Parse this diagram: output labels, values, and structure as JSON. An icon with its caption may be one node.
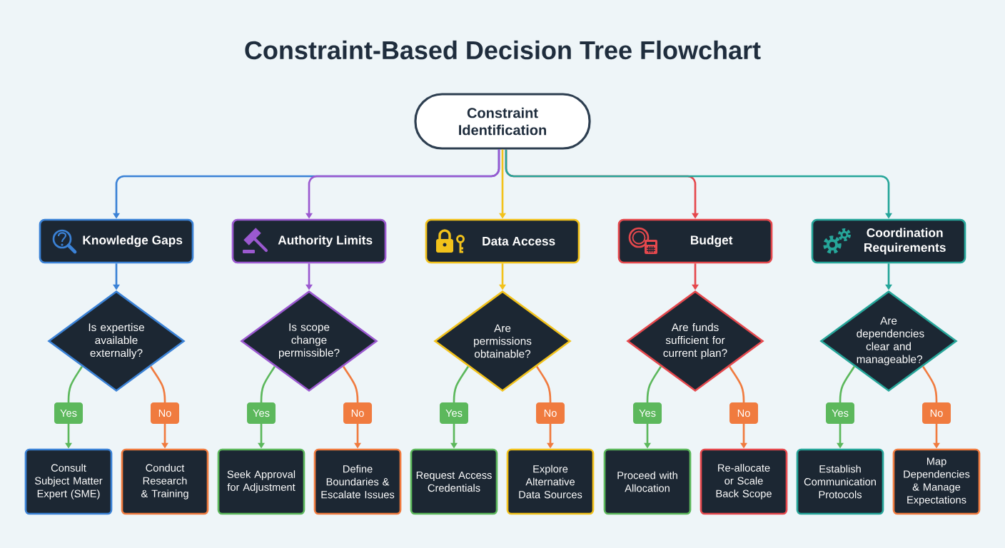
{
  "diagram": {
    "title": "Constraint-Based Decision Tree Flowchart",
    "nodes": [
      {
        "text": [
          "Constraint Identification"
        ]
      },
      {
        "text": [
          "Knowledge Gaps"
        ]
      },
      {
        "text": [
          "Authority Limits"
        ]
      },
      {
        "text": [
          "Data Access"
        ]
      },
      {
        "text": [
          "Budget"
        ]
      },
      {
        "text": [
          "Coordination Requirements"
        ]
      },
      {
        "text": [
          "Is expertise available externally?"
        ]
      },
      {
        "text": [
          "Is scope change permissible?"
        ]
      },
      {
        "text": [
          "Are permissions obtainable?"
        ]
      },
      {
        "text": [
          "Are funds sufficient for current plan?"
        ]
      },
      {
        "text": [
          "Are dependencies clear and manageable?"
        ]
      },
      {
        "text": [
          "Consult Subject Matter Expert (SME)"
        ]
      },
      {
        "text": [
          "Conduct Research & Training"
        ]
      },
      {
        "text": [
          "Seek Approval for Adjustment"
        ]
      },
      {
        "text": [
          "Define Boundaries & Escalate Issues"
        ]
      },
      {
        "text": [
          "Request Access Credentials"
        ]
      },
      {
        "text": [
          "Explore Alternative Data Sources"
        ]
      },
      {
        "text": [
          "Proceed with Allocation"
        ]
      },
      {
        "text": [
          "Re-allocate or Scale Back Scope"
        ]
      },
      {
        "text": [
          "Establish Communication Protocols"
        ]
      },
      {
        "text": [
          "Map Dependencies & Manage Expectations"
        ]
      }
    ],
    "edges": [
      {
        "from": 0,
        "to": 1,
        "arrow": "to",
        "color": "#3b82d6"
      },
      {
        "from": 0,
        "to": 2,
        "arrow": "to",
        "color": "#9b59d0"
      },
      {
        "from": 0,
        "to": 3,
        "arrow": "to",
        "color": "#f2c21b"
      },
      {
        "from": 0,
        "to": 4,
        "arrow": "to",
        "color": "#e5484d"
      },
      {
        "from": 0,
        "to": 5,
        "arrow": "to",
        "color": "#26a69a"
      },
      {
        "from": 1,
        "to": 6,
        "arrow": "to",
        "color": "#3b82d6"
      },
      {
        "from": 2,
        "to": 7,
        "arrow": "to",
        "color": "#9b59d0"
      },
      {
        "from": 3,
        "to": 8,
        "arrow": "to",
        "color": "#f2c21b"
      },
      {
        "from": 4,
        "to": 9,
        "arrow": "to",
        "color": "#e5484d"
      },
      {
        "from": 5,
        "to": 10,
        "arrow": "to",
        "color": "#26a69a"
      },
      {
        "from": 6,
        "to": 11,
        "arrow": "to",
        "label": "Yes",
        "color": "#5cb85c"
      },
      {
        "from": 6,
        "to": 12,
        "arrow": "to",
        "label": "No",
        "color": "#f07b3f"
      },
      {
        "from": 7,
        "to": 13,
        "arrow": "to",
        "label": "Yes",
        "color": "#5cb85c"
      },
      {
        "from": 7,
        "to": 14,
        "arrow": "to",
        "label": "No",
        "color": "#f07b3f"
      },
      {
        "from": 8,
        "to": 15,
        "arrow": "to",
        "label": "Yes",
        "color": "#5cb85c"
      },
      {
        "from": 8,
        "to": 16,
        "arrow": "to",
        "label": "No",
        "color": "#f07b3f"
      },
      {
        "from": 9,
        "to": 17,
        "arrow": "to",
        "label": "Yes",
        "color": "#5cb85c"
      },
      {
        "from": 9,
        "to": 18,
        "arrow": "to",
        "label": "No",
        "color": "#f07b3f"
      },
      {
        "from": 10,
        "to": 19,
        "arrow": "to",
        "label": "Yes",
        "color": "#5cb85c"
      },
      {
        "from": 10,
        "to": 20,
        "arrow": "to",
        "label": "No",
        "color": "#f07b3f"
      }
    ]
  }
}
